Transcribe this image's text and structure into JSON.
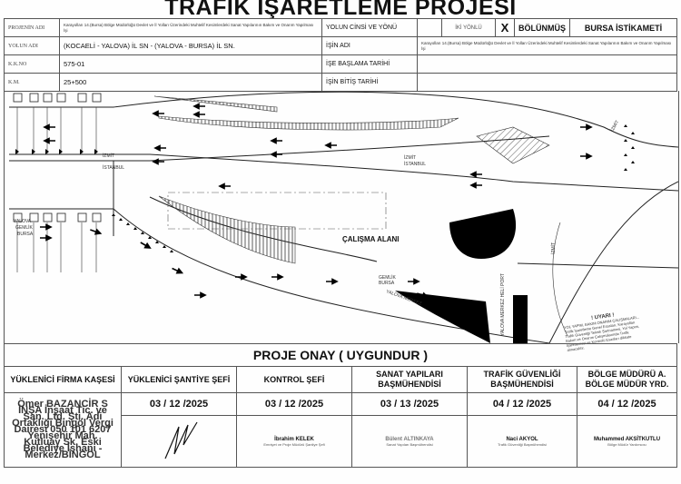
{
  "title": "TRAFİK İŞARETLEME PROJESİ",
  "info": {
    "proje_adi_label": "PROJENİN ADI",
    "proje_adi": "Karayolları 14.(Bursa) Bölge Müdürlüğü Devlet ve İl Yolları Üzerindeki Muhtelif Kesimlerdeki Sanat Yapılarının Bakım ve Onarım Yapılması İşi",
    "yolun_cinsi_label": "YOLUN CİNSİ VE YÖNÜ",
    "iki_yonlu": "İKİ YÖNLÜ",
    "x_mark": "X",
    "bolunmus": "BÖLÜNMÜŞ",
    "istikamet": "BURSA İSTİKAMETİ",
    "yolun_adi_label": "YOLUN ADI",
    "yolun_adi": "(KOCAELİ - YALOVA) İL SN - (YALOVA - BURSA) İL SN.",
    "isin_adi_label": "İŞİN ADI",
    "isin_adi": "Karayolları 14.(Bursa) Bölge Müdürlüğü Devlet ve İl Yolları Üzerindeki Muhtelif Kesimlerdeki Sanat Yapılarının Bakım ve Onarım Yapılması İşi",
    "kk_no_label": "K.K.NO",
    "kk_no": "575-01",
    "ise_baslama_label": "İŞE BAŞLAMA TARİHİ",
    "ise_baslama": "",
    "km_label": "K.M.",
    "km": "25+500",
    "isin_bitis_label": "İŞİN BİTİŞ TARİHİ",
    "isin_bitis": ""
  },
  "drawing": {
    "izmit": "İZMİT",
    "istanbul": "İSTANBUL",
    "yalova": "YALOVA",
    "gemlik": "GEMLİK",
    "bursa": "BURSA",
    "calisma_alani": "ÇALIŞMA ALANI",
    "yalova_merkez": "YALOVA MERKEZ",
    "heliport": "YALOVA MERKEZ HELİ PORT",
    "uyari_title": "! UYARI !",
    "uyari_text": "YOL YAPIM, BAKIM ONARIM ÇALIŞMALARI... Trafik İşaretleme Genel Esasları, Karayolları Trafik Güvenliği Teknik Şartnamesi, Yol Yapım, Bakım ve Onarım Çalışmalarında Trafik İşaretlemesi ve Kontrolü Esasları dikkate alınacaktır."
  },
  "approval": {
    "title": "PROJE ONAY ( UYGUNDUR )",
    "headers": [
      "YÜKLENİCİ FİRMA KAŞESİ",
      "YÜKLENİCİ ŞANTİYE ŞEFİ",
      "KONTROL ŞEFİ",
      "SANAT YAPILARI BAŞMÜHENDİSİ",
      "TRAFİK GÜVENLİĞİ BAŞMÜHENDİSİ",
      "BÖLGE MÜDÜRÜ A. BÖLGE MÜDÜR YRD."
    ],
    "dates": [
      "03 / 12 /2025",
      "03 / 12 /2025",
      "03 / 13 /2025",
      "04 / 12 /2025",
      "04 / 12 /2025"
    ],
    "stamp": "Ömer BAZANCİR S İNŞA İnşaat Tic. ve San. Ltd. Şti. Adi Ortaklığı Bingöl Vergi Dairesi 050 101 6207 Yenişehir Mah. Kutluay Sk. Eski Belediye İşhanı - Merkez/BİNGÖL",
    "signatures": [
      {
        "name": "",
        "title": ""
      },
      {
        "name": "İbrahim KELEK",
        "title": "Emniyet ve Proje Müdürü Şantiye Şefi"
      },
      {
        "name": "Bülent ALTINKAYA",
        "title": "Sanat Yapıları Başmühendisi"
      },
      {
        "name": "Naci AKYOL",
        "title": "Trafik Güvenliği Başmühendisi"
      },
      {
        "name": "Muhammed AKSİTKUTLU",
        "title": "Bölge Müdür Yardımcısı"
      }
    ]
  }
}
